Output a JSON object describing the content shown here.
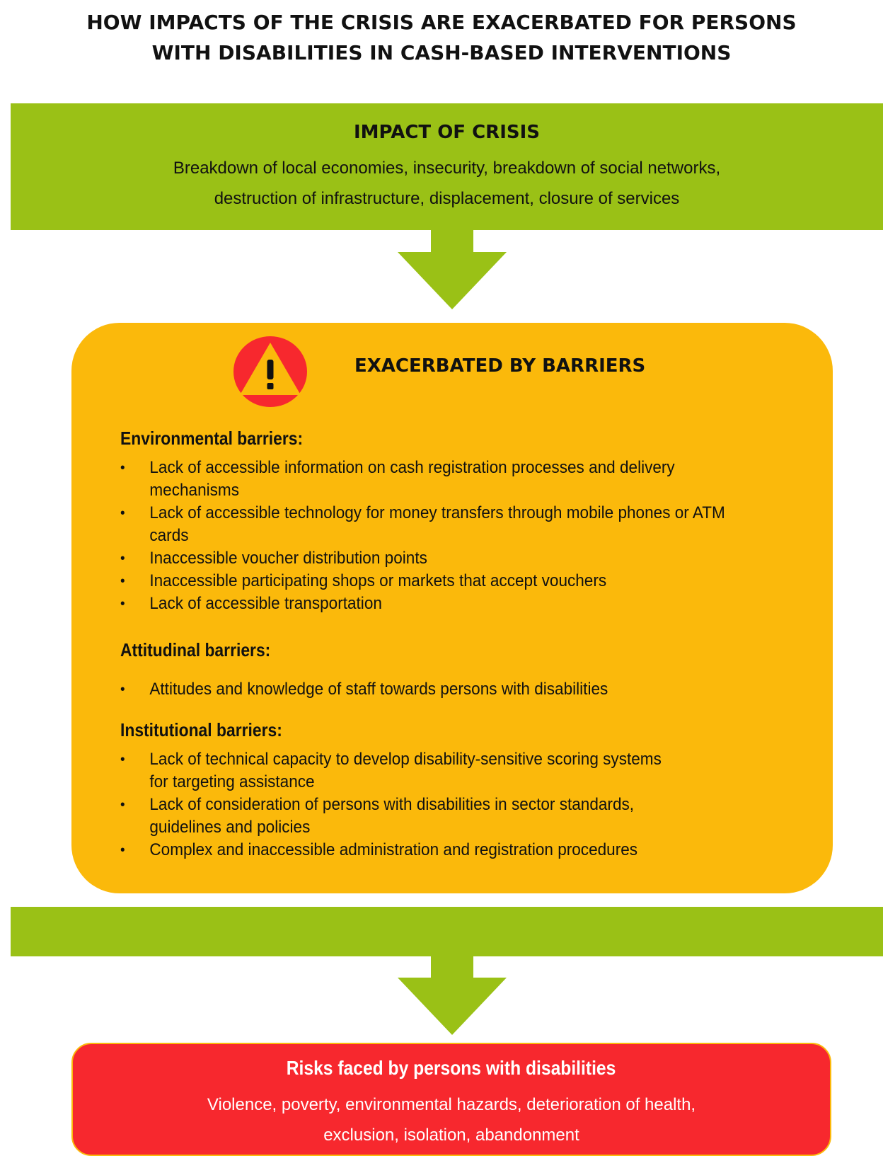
{
  "title": {
    "line1": "HOW IMPACTS OF THE CRISIS ARE EXACERBATED FOR PERSONS",
    "line2": "WITH DISABILITIES IN CASH-BASED INTERVENTIONS"
  },
  "impact": {
    "heading": "IMPACT OF CRISIS",
    "line1": "Breakdown of local economies, insecurity, breakdown of social networks,",
    "line2": "destruction of infrastructure, displacement, closure of services"
  },
  "barriers": {
    "heading": "EXACERBATED BY BARRIERS",
    "icon": "warning-icon",
    "icon_colors": {
      "circle": "#f7282e",
      "triangle": "#fbb90b",
      "mark": "#111111"
    },
    "sections": [
      {
        "title": "Environmental barriers:",
        "items": [
          [
            "Lack of accessible information on cash registration processes and delivery",
            "mechanisms"
          ],
          [
            "Lack of accessible technology for money transfers through mobile phones or ATM",
            "cards"
          ],
          [
            "Inaccessible voucher distribution points"
          ],
          [
            "Inaccessible participating shops or markets that accept vouchers"
          ],
          [
            "Lack of accessible transportation"
          ]
        ]
      },
      {
        "title": "Attitudinal barriers:",
        "items": [
          [
            "Attitudes and knowledge of staff towards persons with disabilities"
          ]
        ]
      },
      {
        "title": "Institutional barriers:",
        "items": [
          [
            "Lack of technical capacity to develop disability-sensitive scoring systems",
            "for targeting assistance"
          ],
          [
            "Lack of consideration of persons with disabilities in sector standards,",
            "guidelines and policies"
          ],
          [
            "Complex and inaccessible administration and registration procedures"
          ]
        ]
      }
    ]
  },
  "risks": {
    "heading": "Risks faced by persons with disabilities",
    "line1": "Violence, poverty, environmental hazards, deterioration of health,",
    "line2": "exclusion, isolation, abandonment"
  },
  "colors": {
    "green": "#9ac116",
    "amber": "#fbb90b",
    "red": "#f7282e"
  }
}
